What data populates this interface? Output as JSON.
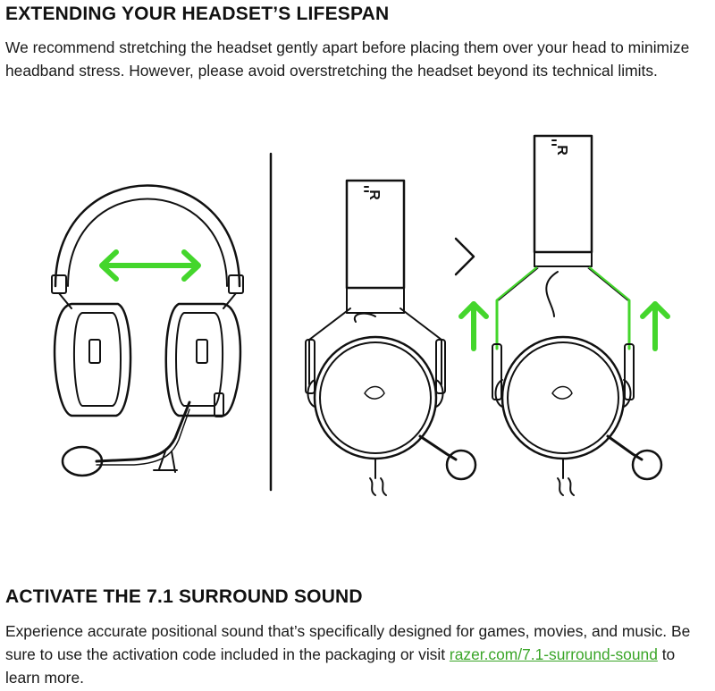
{
  "section1": {
    "title": "EXTENDING YOUR HEADSET’S LIFESPAN",
    "body": "We recommend stretching the headset gently apart before placing them over your head to minimize headband stress. However, please avoid overstretching the headset beyond its technical limits."
  },
  "illustration": {
    "brand_mark": "R",
    "icons": [
      "headset-front-icon",
      "stretch-arrow-icon",
      "headset-side-icon",
      "chevron-right-icon",
      "headset-extended-icon",
      "up-arrow-icon"
    ],
    "colors": {
      "accent": "#44d62c",
      "ink": "#111111"
    }
  },
  "section2": {
    "title": "ACTIVATE THE 7.1 SURROUND SOUND",
    "body_before": "Experience accurate positional sound that’s specifically designed for games, movies, and music. Be sure to use the activation code included in the packaging or visit ",
    "link_text": "razer.com/7.1-surround-sound",
    "body_after": " to learn more."
  }
}
